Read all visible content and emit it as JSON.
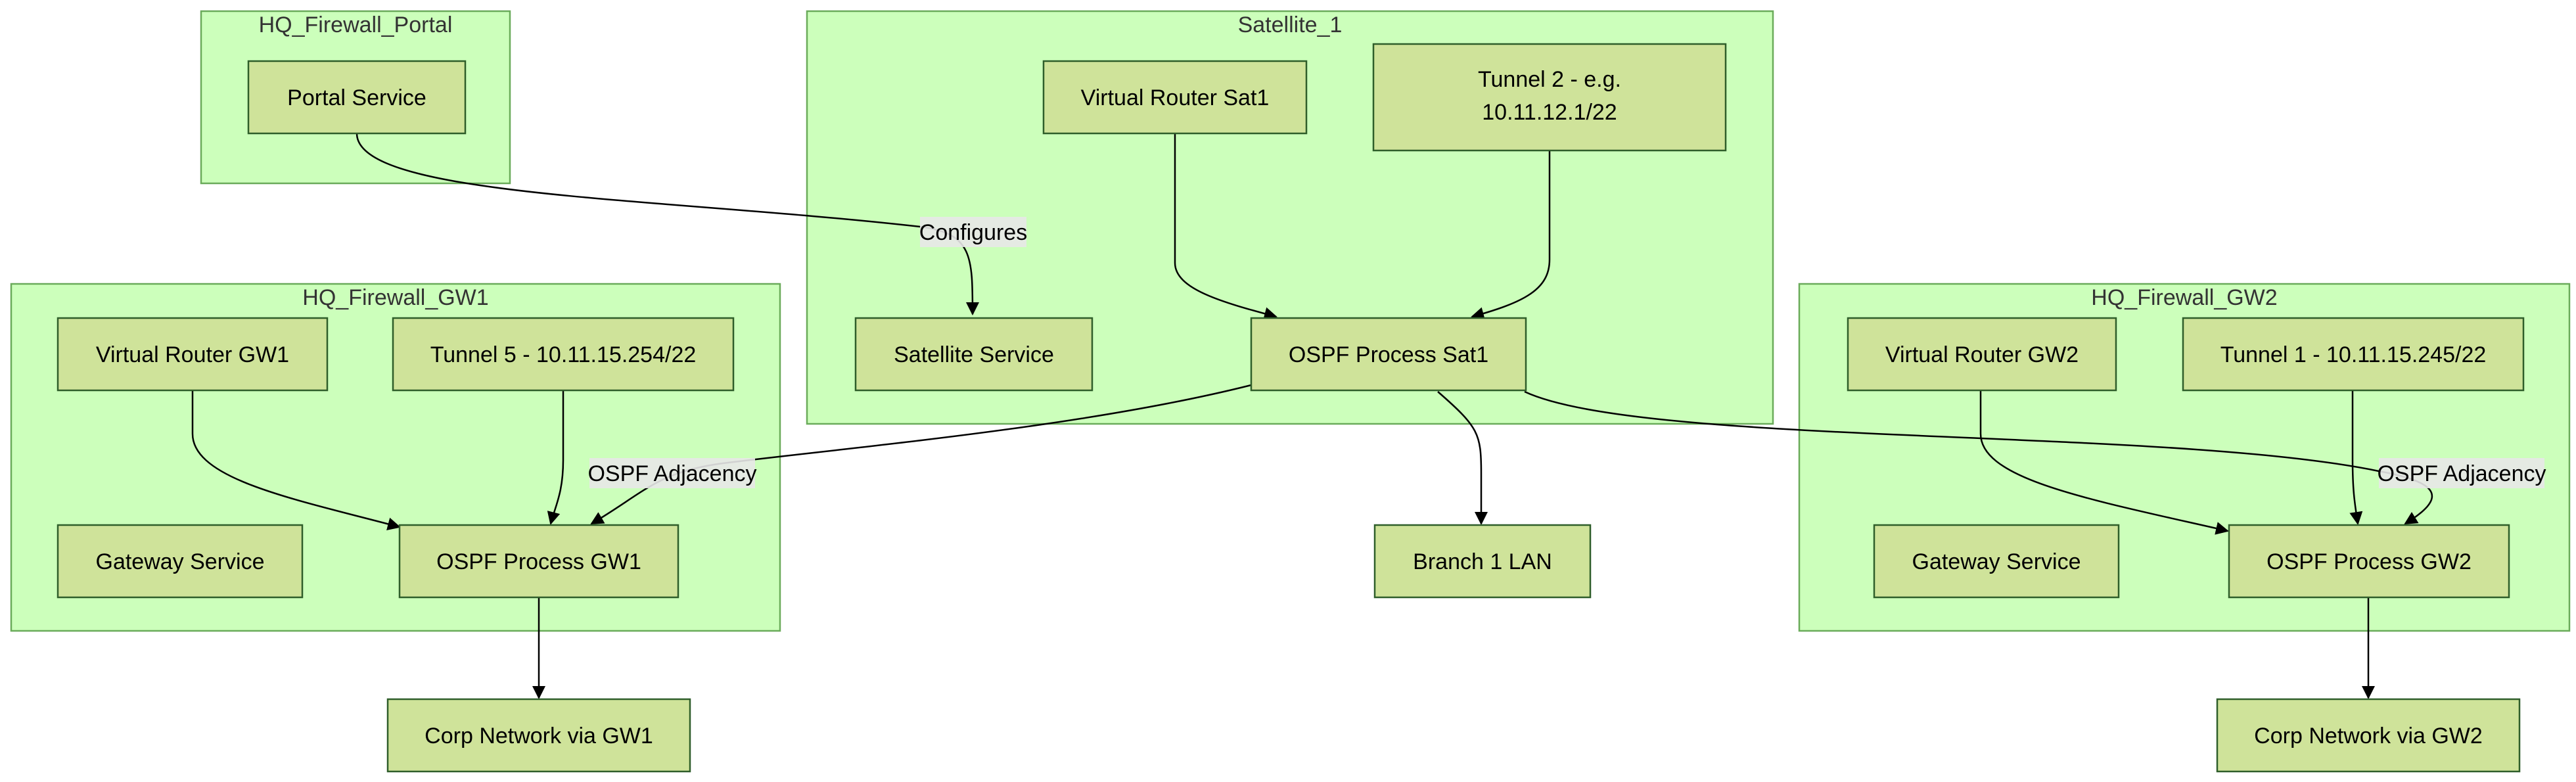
{
  "clusters": {
    "portal": "HQ_Firewall_Portal",
    "satellite": "Satellite_1",
    "gw1": "HQ_Firewall_GW1",
    "gw2": "HQ_Firewall_GW2"
  },
  "nodes": {
    "portal_service": "Portal Service",
    "vr_sat1": "Virtual Router Sat1",
    "tunnel2_line1": "Tunnel 2 - e.g.",
    "tunnel2_line2": "10.11.12.1/22",
    "satellite_service": "Satellite Service",
    "ospf_sat1": "OSPF Process Sat1",
    "vr_gw1": "Virtual Router GW1",
    "tunnel5": "Tunnel 5 - 10.11.15.254/22",
    "gateway_service_gw1": "Gateway Service",
    "ospf_gw1": "OSPF Process GW1",
    "vr_gw2": "Virtual Router GW2",
    "tunnel1": "Tunnel 1 - 10.11.15.245/22",
    "gateway_service_gw2": "Gateway Service",
    "ospf_gw2": "OSPF Process GW2",
    "branch_lan": "Branch 1 LAN",
    "corp_gw1": "Corp Network via GW1",
    "corp_gw2": "Corp Network via GW2"
  },
  "edge_labels": {
    "configures": "Configures",
    "ospf_adjacency_gw1": "OSPF Adjacency",
    "ospf_adjacency_gw2": "OSPF Adjacency"
  }
}
